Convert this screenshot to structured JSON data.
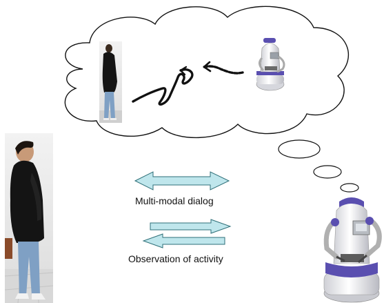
{
  "labels": {
    "dialog": "Multi-modal dialog",
    "observation": "Observation of activity"
  },
  "colors": {
    "arrow_fill": "#bfe6ec",
    "arrow_stroke": "#2e6f78",
    "cloud_stroke": "#111111",
    "robot_accent": "#5a4fb0",
    "hoodie": "#141414",
    "jeans": "#7fa0c4"
  },
  "icons": [
    "human-figure",
    "robot-figure",
    "thought-cloud",
    "trajectory-path"
  ]
}
